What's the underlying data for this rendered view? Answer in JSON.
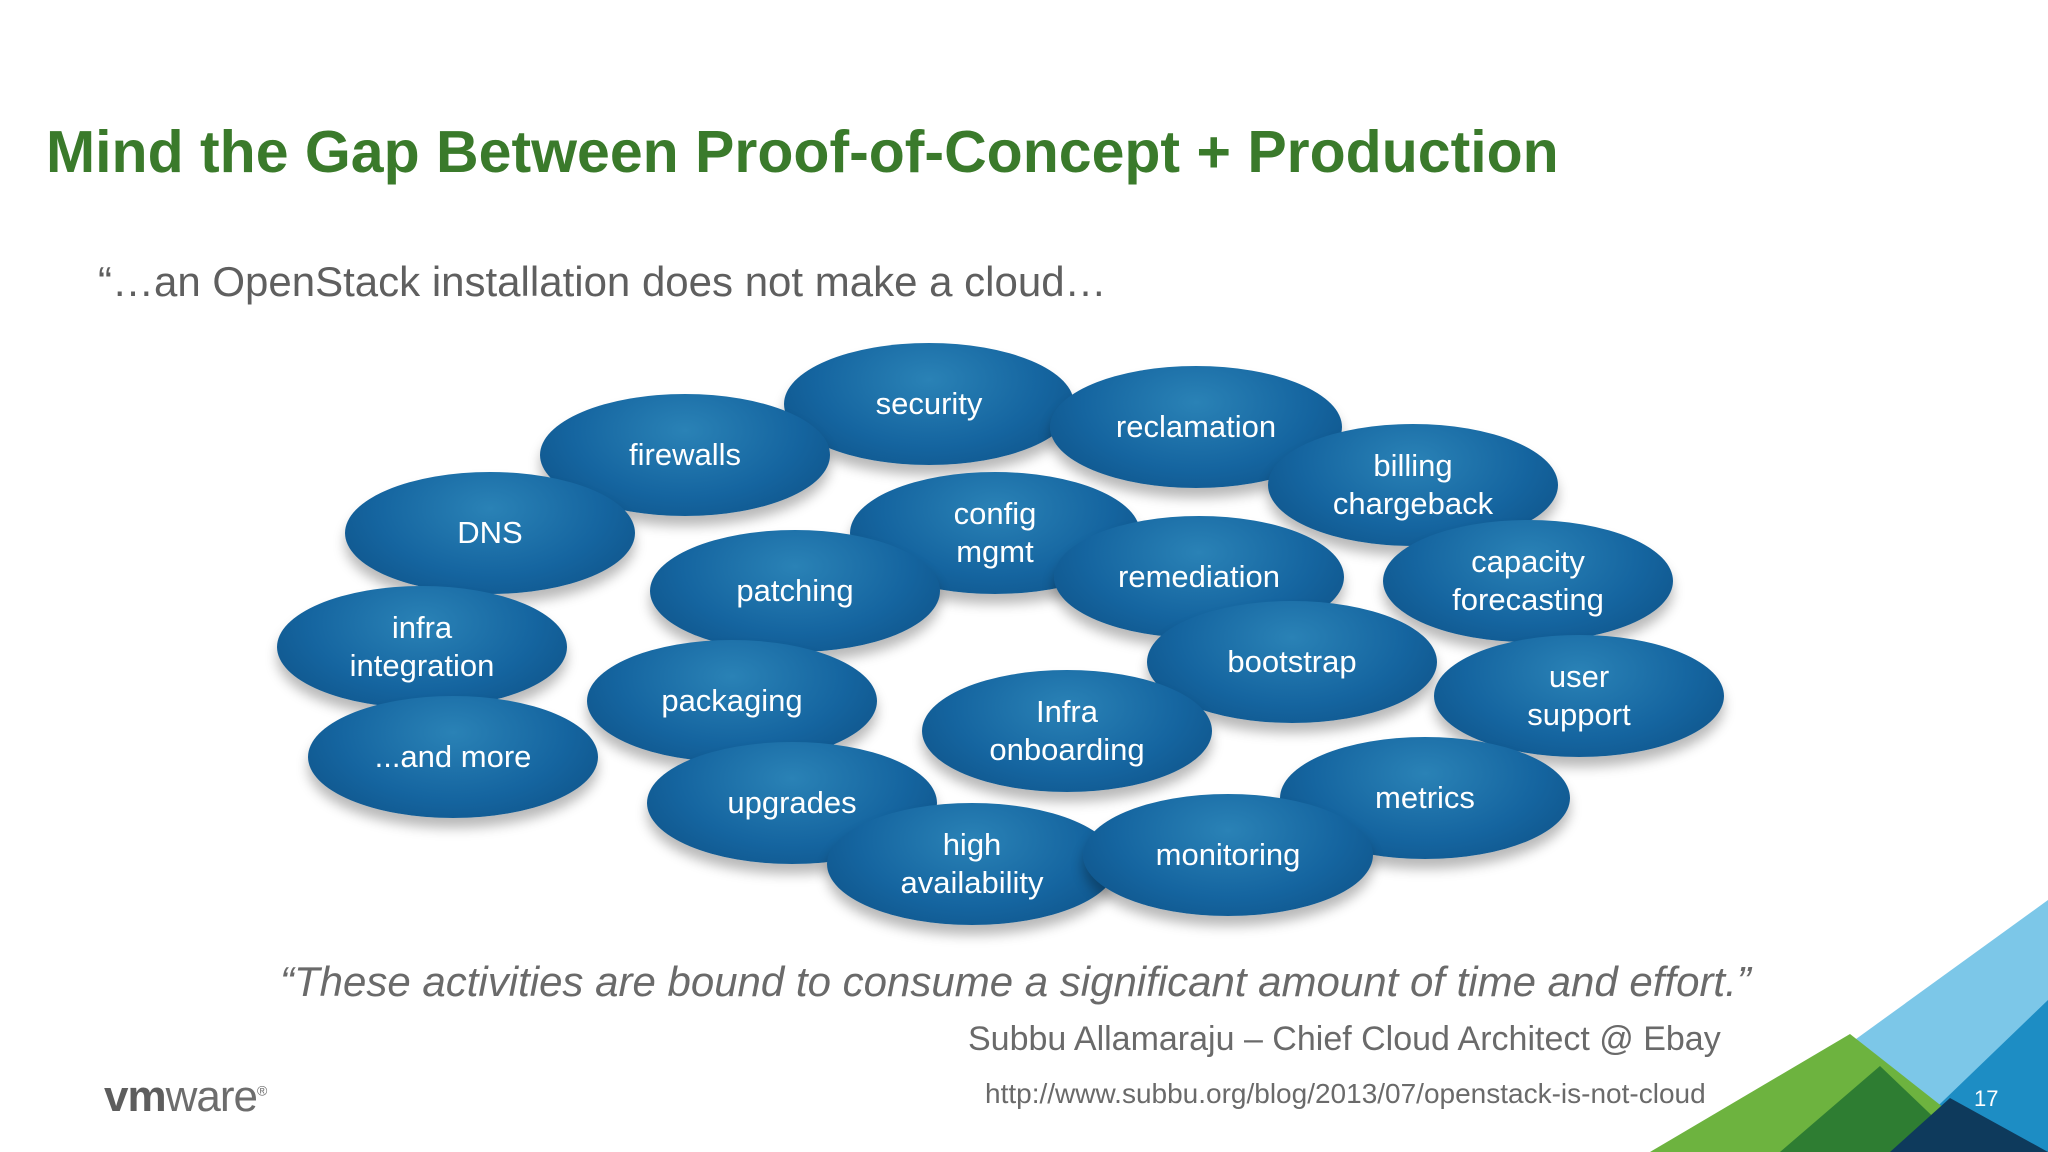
{
  "slide": {
    "title": "Mind the Gap Between Proof-of-Concept + Production",
    "subquote": "“…an OpenStack installation does not make a cloud…",
    "bubbles": [
      {
        "label": "security"
      },
      {
        "label": "reclamation"
      },
      {
        "label": "firewalls"
      },
      {
        "label": "billing\nchargeback"
      },
      {
        "label": "DNS"
      },
      {
        "label": "config\nmgmt"
      },
      {
        "label": "patching"
      },
      {
        "label": "remediation"
      },
      {
        "label": "capacity\nforecasting"
      },
      {
        "label": "infra\nintegration"
      },
      {
        "label": "bootstrap"
      },
      {
        "label": "packaging"
      },
      {
        "label": "user\nsupport"
      },
      {
        "label": "Infra\nonboarding"
      },
      {
        "label": "...and more"
      },
      {
        "label": "metrics"
      },
      {
        "label": "upgrades"
      },
      {
        "label": "high\navailability"
      },
      {
        "label": "monitoring"
      }
    ],
    "bottom_quote": "“These activities are bound to consume a significant amount of time and effort.”",
    "attribution": "Subbu Allamaraju – Chief Cloud Architect @ Ebay",
    "url": "http://www.subbu.org/blog/2013/07/openstack-is-not-cloud",
    "logo_text_bold": "vm",
    "logo_text": "ware",
    "logo_mark": "®",
    "page_number": "17"
  },
  "colors": {
    "title": "#3a7a2b",
    "bubble": "#1565a0",
    "triangle_green": "#6db33f",
    "triangle_dark_green": "#2e7d32",
    "triangle_light_blue": "#7cc7e8",
    "triangle_blue": "#1d8dc4",
    "triangle_navy": "#0e3a5c"
  }
}
